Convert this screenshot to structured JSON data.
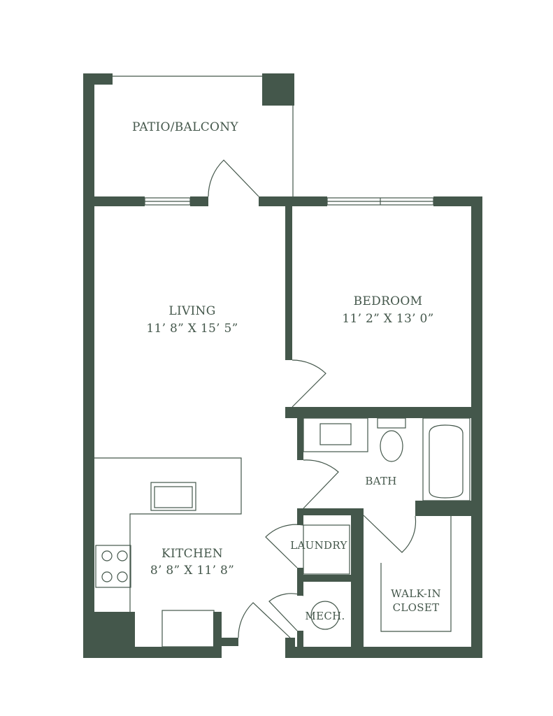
{
  "colors": {
    "wall": "#44574b",
    "line": "#44574b",
    "background": "#ffffff"
  },
  "rooms": {
    "patio": {
      "name": "PATIO/BALCONY"
    },
    "living": {
      "name": "LIVING",
      "dims": "11’ 8” X 15’ 5”"
    },
    "bedroom": {
      "name": "BEDROOM",
      "dims": "11’ 2” X 13’ 0”"
    },
    "bath": {
      "name": "BATH"
    },
    "laundry": {
      "name": "LAUNDRY"
    },
    "kitchen": {
      "name": "KITCHEN",
      "dims": "8’ 8” X 11’ 8”"
    },
    "closet": {
      "name_line1": "WALK-IN",
      "name_line2": "CLOSET"
    },
    "mech": {
      "name": "MECH."
    }
  }
}
